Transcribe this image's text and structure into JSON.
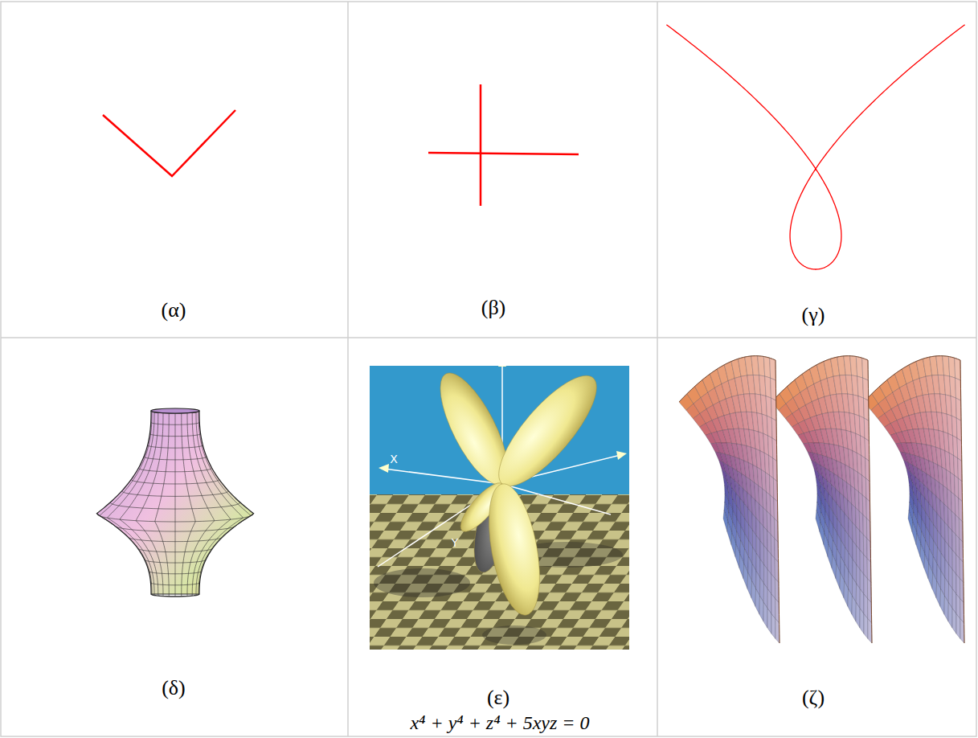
{
  "diagram": {
    "labels": [
      "(α)",
      "(β)",
      "(γ)",
      "(δ)",
      "(ε)",
      "x⁴ + y⁴ + z⁴ + 5xyz = 0",
      "(ζ)",
      "X",
      "Y"
    ]
  }
}
